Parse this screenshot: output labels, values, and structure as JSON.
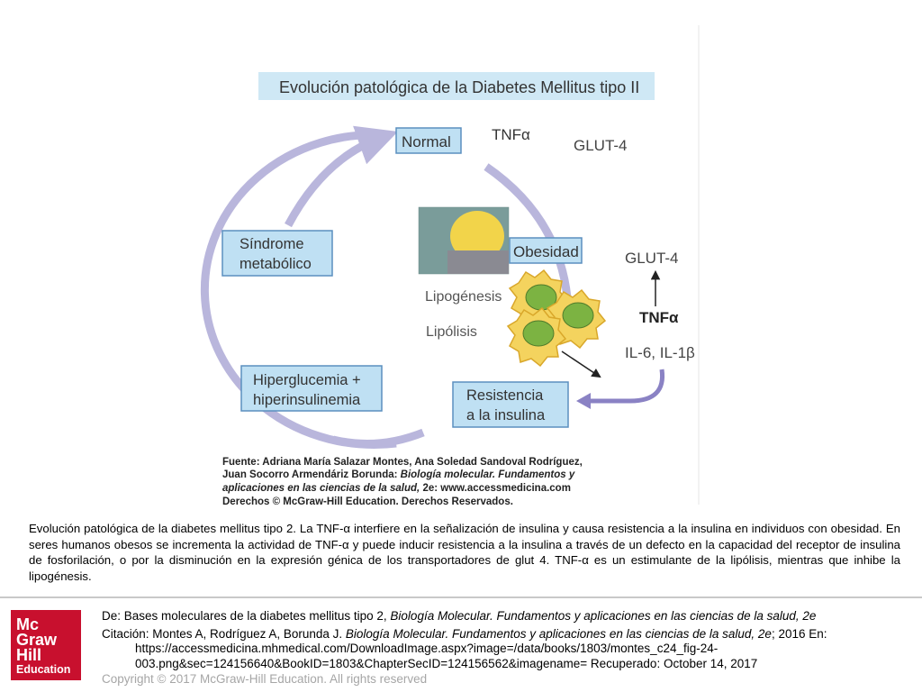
{
  "figure": {
    "title": "Evolución patológica de la Diabetes Mellitus tipo II",
    "stages": {
      "normal": "Normal",
      "obesity": "Obesidad",
      "resistance_1": "Resistencia",
      "resistance_2": "a la insulina",
      "hyper_1": "Hiperglucemia +",
      "hyper_2": "hiperinsulinemia",
      "metabolic_1": "Síndrome",
      "metabolic_2": "metabólico"
    },
    "labels": {
      "tnf_top": "TNFα",
      "glut4_top": "GLUT-4",
      "glut4_right": "GLUT-4",
      "tnf_right": "TNFα",
      "il": "IL-6, IL-1β",
      "lipogenesis": "Lipogénesis",
      "lipolysis": "Lipólisis"
    },
    "source": {
      "line1": "Fuente: Adriana María Salazar Montes, Ana Soledad Sandoval Rodríguez,",
      "line2_a": "Juan Socorro Armendáriz Borunda: ",
      "line2_b": "Biología molecular. Fundamentos y",
      "line3_a": "aplicaciones en las ciencias de la salud,",
      "line3_b": " 2e: www.accessmedicina.com",
      "line4": "Derechos © McGraw-Hill Education. Derechos Reservados."
    },
    "colors": {
      "box_fill": "#bfe0f3",
      "box_border": "#5b8fbf",
      "cycle": "#b9b6dc",
      "arrow_purple": "#8a82c4",
      "cell_fill": "#f4d35e",
      "nucleus": "#7cb342"
    }
  },
  "caption": "Evolución patológica de la diabetes mellitus tipo 2. La TNF-α interfiere en la señalización de insulina y causa resistencia a la insulina en individuos con obesidad. En seres humanos obesos se incrementa la actividad de TNF-α y puede inducir resistencia a la insulina a través de un defecto en la capacidad del receptor de insulina de fosforilación, o por la disminución en la expresión génica de los transportadores de glut 4. TNF-α es un estimulante de la lipólisis, mientras que inhibe la lipogénesis.",
  "citation": {
    "de_prefix": "De: Bases moleculares de la diabetes mellitus tipo 2, ",
    "de_italic": "Biología Molecular. Fundamentos y aplicaciones en las ciencias de la salud, 2e",
    "cit_prefix": "Citación: Montes A, Rodríguez A, Borunda J. ",
    "cit_italic": "Biología Molecular. Fundamentos y aplicaciones en las ciencias de la salud, 2e",
    "cit_suffix": "; 2016 En:",
    "url_line1": "https://accessmedicina.mhmedical.com/DownloadImage.aspx?image=/data/books/1803/montes_c24_fig-24-",
    "url_line2": "003.png&sec=124156640&BookID=1803&ChapterSecID=124156562&imagename= Recuperado: October 14, 2017",
    "copyright": "Copyright © 2017 McGraw-Hill Education. All rights reserved"
  },
  "logo": {
    "line1": "Mc",
    "line2": "Graw",
    "line3": "Hill",
    "line4": "Education",
    "color": "#c8102e"
  }
}
